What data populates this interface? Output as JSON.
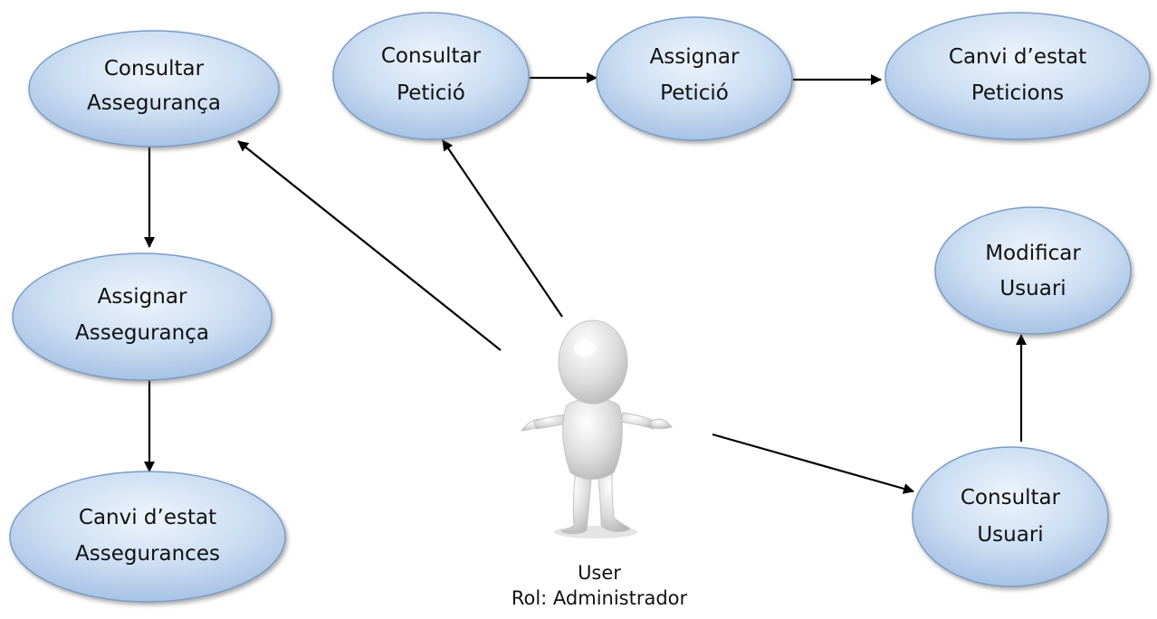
{
  "use_cases": {
    "consultar_asseguranca": [
      "Consultar",
      "Assegurança"
    ],
    "assignar_asseguranca": [
      "Assignar",
      "Assegurança"
    ],
    "canvi_estat_assegurances": [
      "Canvi d’estat",
      "Assegurances"
    ],
    "consultar_peticio": [
      "Consultar",
      "Petició"
    ],
    "assignar_peticio": [
      "Assignar",
      "Petició"
    ],
    "canvi_estat_peticions": [
      "Canvi d’estat",
      "Peticions"
    ],
    "modificar_usuari": [
      "Modificar",
      "Usuari"
    ],
    "consultar_usuari": [
      "Consultar",
      "Usuari"
    ]
  },
  "actor": {
    "name": "User",
    "role": "Rol: Administrador"
  },
  "colors": {
    "ellipse_fill_light": "#e4eefa",
    "ellipse_fill_dark": "#a9c4e6",
    "ellipse_stroke": "#7b9cc6",
    "arrow": "#000000"
  }
}
